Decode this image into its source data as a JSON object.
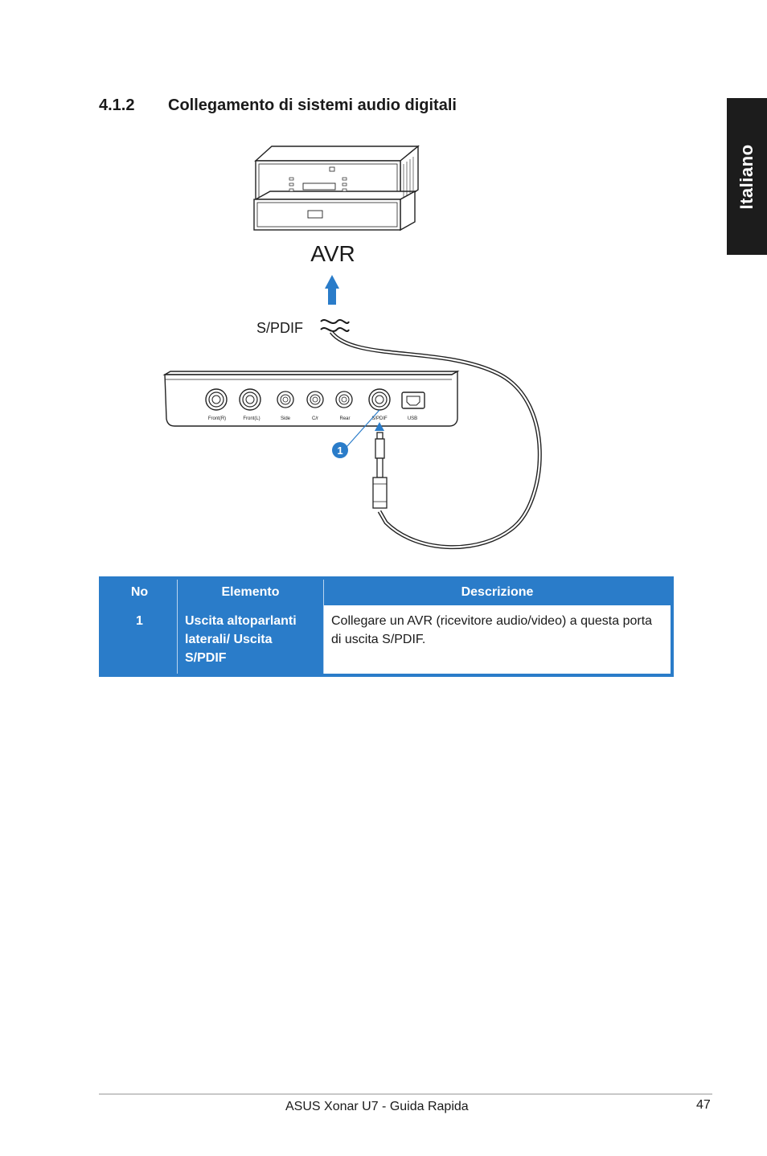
{
  "section": {
    "number": "4.1.2",
    "title": "Collegamento di sistemi audio digitali"
  },
  "side_tab": "Italiano",
  "diagram": {
    "avr_label": "AVR",
    "spdif_label": "S/PDIF",
    "port_labels": [
      "Front(R)",
      "Front(L)",
      "Side",
      "C/r",
      "Rear",
      "S/PDIF",
      "USB"
    ],
    "callout": "1"
  },
  "table": {
    "headers": [
      "No",
      "Elemento",
      "Descrizione"
    ],
    "rows": [
      {
        "no": "1",
        "element": "Uscita altoparlanti laterali/ Uscita S/PDIF",
        "description": "Collegare un AVR (ricevitore audio/video) a questa porta di uscita S/PDIF."
      }
    ]
  },
  "footer": {
    "title": "ASUS Xonar U7 - Guida Rapida",
    "page": "47"
  },
  "colors": {
    "accent": "#2a7cc9",
    "tab": "#1c1c1c"
  }
}
